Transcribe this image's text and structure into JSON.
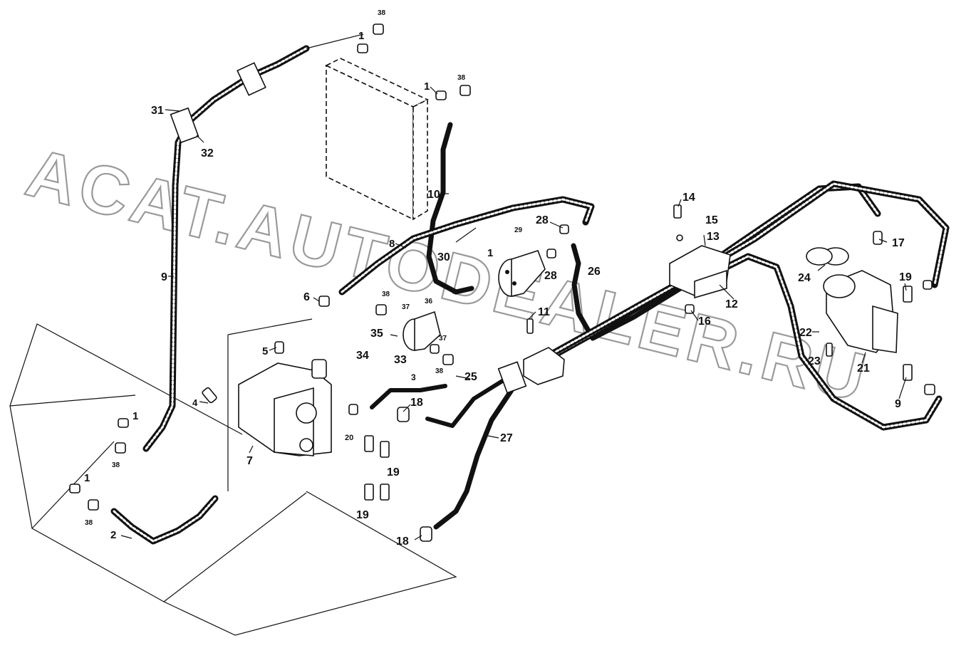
{
  "watermark": "ACAT.AUTODEALER.RU",
  "callouts": [
    {
      "id": "c38a",
      "text": "38"
    },
    {
      "id": "c1a",
      "text": "1"
    },
    {
      "id": "c31",
      "text": "31"
    },
    {
      "id": "c32",
      "text": "32"
    },
    {
      "id": "c1b",
      "text": "1"
    },
    {
      "id": "c38b",
      "text": "38"
    },
    {
      "id": "c10",
      "text": "10"
    },
    {
      "id": "c9a",
      "text": "9"
    },
    {
      "id": "c8",
      "text": "8"
    },
    {
      "id": "c30",
      "text": "30"
    },
    {
      "id": "c1c",
      "text": "1"
    },
    {
      "id": "c29",
      "text": "29"
    },
    {
      "id": "c28a",
      "text": "28"
    },
    {
      "id": "c28b",
      "text": "28"
    },
    {
      "id": "c26",
      "text": "26"
    },
    {
      "id": "c14",
      "text": "14"
    },
    {
      "id": "c15",
      "text": "15"
    },
    {
      "id": "c13",
      "text": "13"
    },
    {
      "id": "c17",
      "text": "17"
    },
    {
      "id": "c24",
      "text": "24"
    },
    {
      "id": "c19a",
      "text": "19"
    },
    {
      "id": "c12",
      "text": "12"
    },
    {
      "id": "c16",
      "text": "16"
    },
    {
      "id": "c22",
      "text": "22"
    },
    {
      "id": "c23",
      "text": "23"
    },
    {
      "id": "c21",
      "text": "21"
    },
    {
      "id": "c9b",
      "text": "9"
    },
    {
      "id": "c11",
      "text": "11"
    },
    {
      "id": "c6",
      "text": "6"
    },
    {
      "id": "c38c",
      "text": "38"
    },
    {
      "id": "c37a",
      "text": "37"
    },
    {
      "id": "c36",
      "text": "36"
    },
    {
      "id": "c35",
      "text": "35"
    },
    {
      "id": "c37b",
      "text": "37"
    },
    {
      "id": "c5",
      "text": "5"
    },
    {
      "id": "c34",
      "text": "34"
    },
    {
      "id": "c33",
      "text": "33"
    },
    {
      "id": "c38d",
      "text": "38"
    },
    {
      "id": "c25",
      "text": "25"
    },
    {
      "id": "c3",
      "text": "3"
    },
    {
      "id": "c4",
      "text": "4"
    },
    {
      "id": "c18a",
      "text": "18"
    },
    {
      "id": "c20",
      "text": "20"
    },
    {
      "id": "c7",
      "text": "7"
    },
    {
      "id": "c19b",
      "text": "19"
    },
    {
      "id": "c27",
      "text": "27"
    },
    {
      "id": "c1d",
      "text": "1"
    },
    {
      "id": "c38e",
      "text": "38"
    },
    {
      "id": "c1e",
      "text": "1"
    },
    {
      "id": "c38f",
      "text": "38"
    },
    {
      "id": "c19c",
      "text": "19"
    },
    {
      "id": "c2",
      "text": "2"
    },
    {
      "id": "c18b",
      "text": "18"
    }
  ]
}
